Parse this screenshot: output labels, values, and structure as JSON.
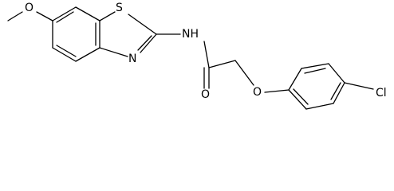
{
  "molecule": {
    "atoms": {
      "o_methoxy": "O",
      "s_thiazole": "S",
      "n_thiazole": "N",
      "nh_amide": "NH",
      "o_carbonyl": "O",
      "o_ether": "O",
      "cl": "Cl"
    }
  }
}
